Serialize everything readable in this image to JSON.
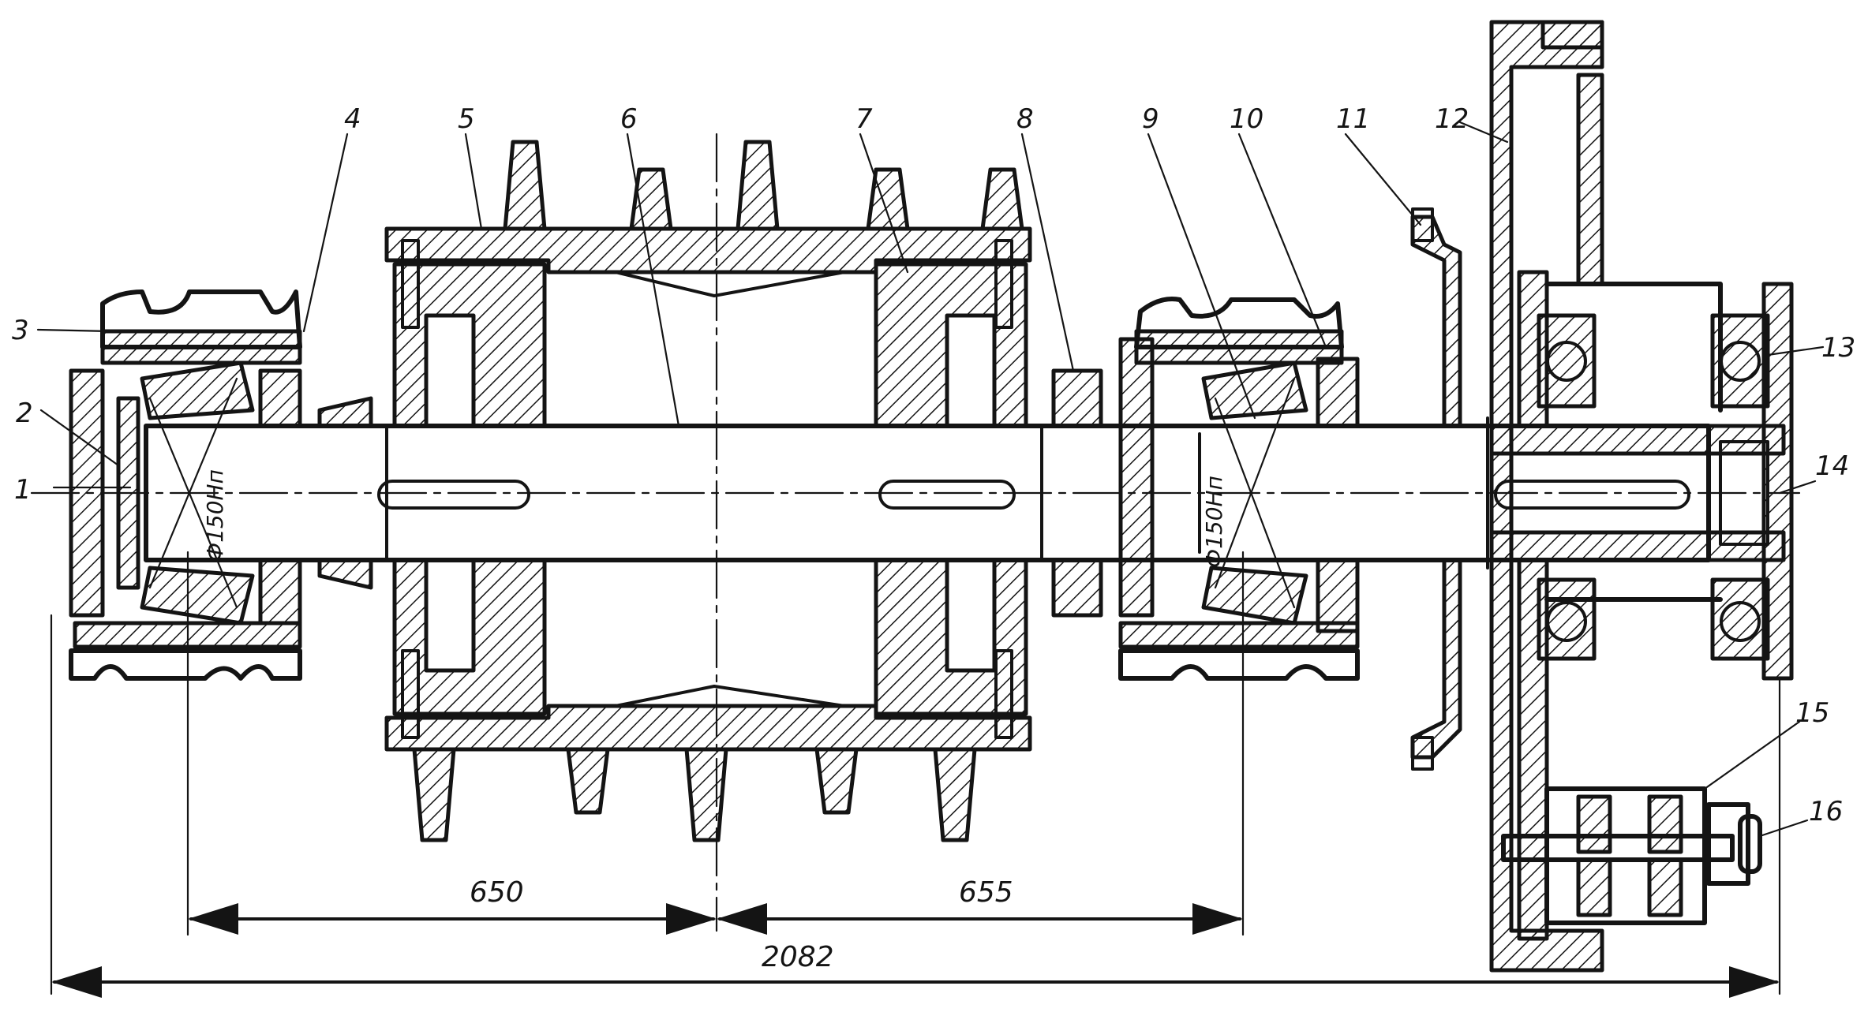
{
  "part_numbers": [
    "1",
    "2",
    "3",
    "4",
    "5",
    "6",
    "7",
    "8",
    "9",
    "10",
    "11",
    "12",
    "13",
    "14",
    "15",
    "16"
  ],
  "dimensions": {
    "left_span": "650",
    "right_span": "655",
    "overall": "2082",
    "left_bearing_dia": "Ф150Нп",
    "right_bearing_dia": "Ф150Нп"
  }
}
